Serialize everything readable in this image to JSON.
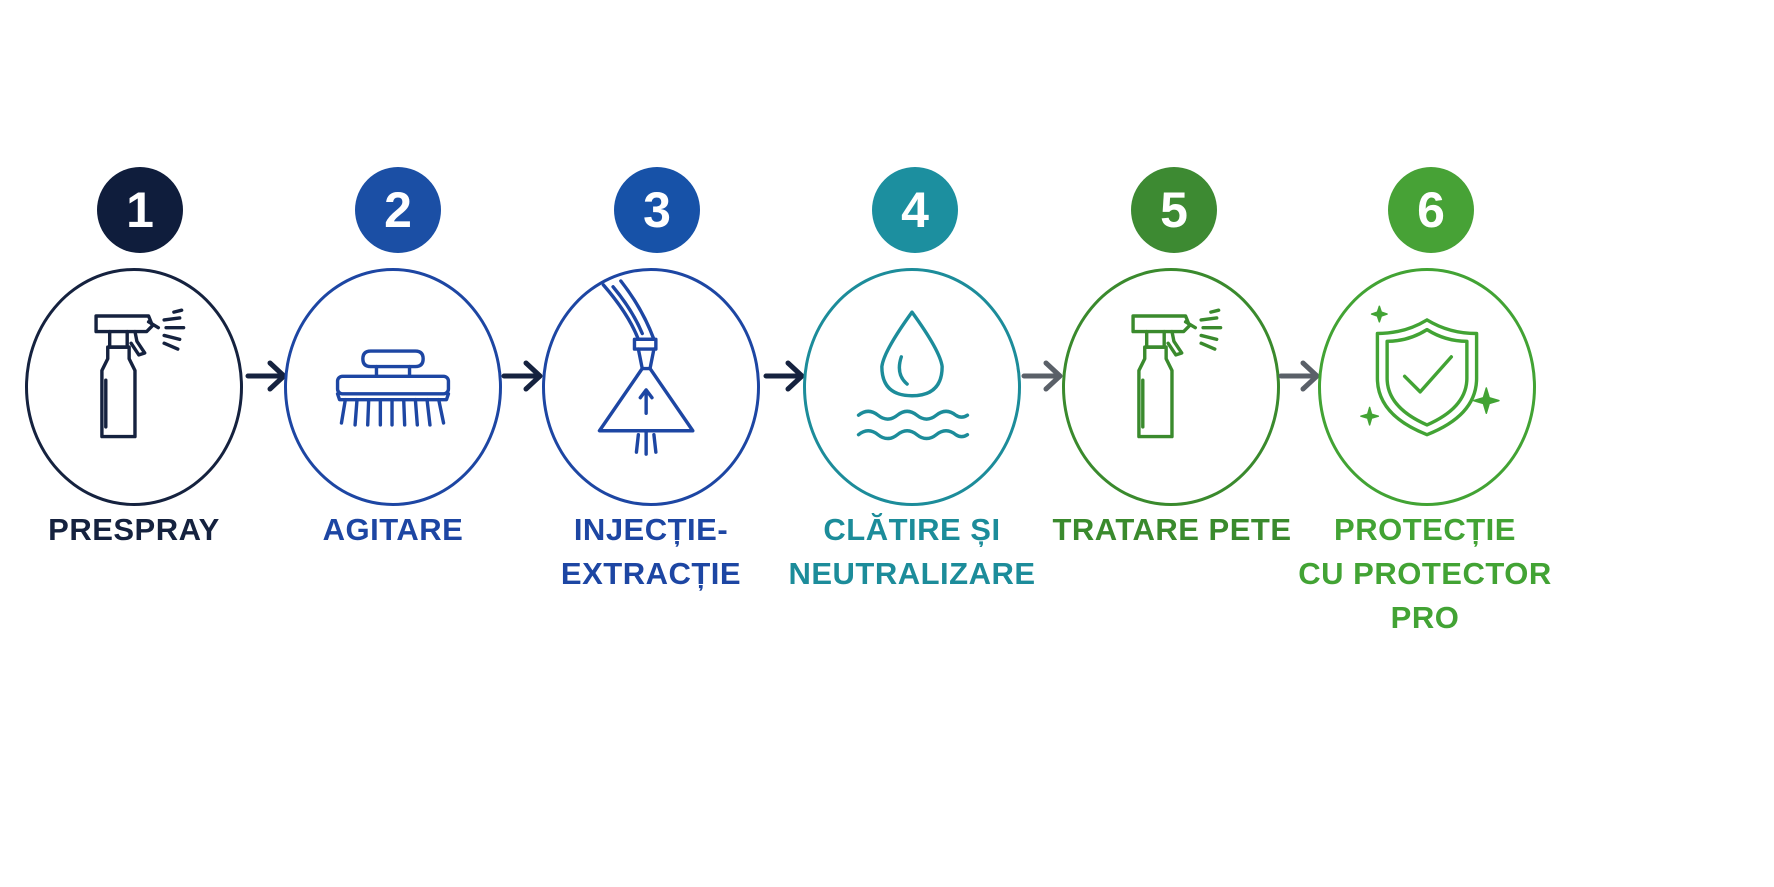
{
  "steps": [
    {
      "number": "1",
      "lines": [
        "PRESPRAY"
      ],
      "color": "#15223f",
      "badge": "#0f1d3c",
      "icon": "spray-bottle-icon"
    },
    {
      "number": "2",
      "lines": [
        "AGITARE"
      ],
      "color": "#1d46a3",
      "badge": "#1b4fa5",
      "icon": "brush-icon"
    },
    {
      "number": "3",
      "lines": [
        "INJECȚIE-",
        "EXTRACȚIE"
      ],
      "color": "#1d46a3",
      "badge": "#1752a8",
      "icon": "extraction-wand-icon"
    },
    {
      "number": "4",
      "lines": [
        "CLĂTIRE ȘI",
        "NEUTRALIZARE"
      ],
      "color": "#1c8c9a",
      "badge": "#1c8f9f",
      "icon": "water-drop-icon"
    },
    {
      "number": "5",
      "lines": [
        "TRATARE PETE"
      ],
      "color": "#3a8a2d",
      "badge": "#3d8a32",
      "icon": "spray-bottle-icon"
    },
    {
      "number": "6",
      "lines": [
        "PROTECȚIE",
        "CU PROTECTOR PRO"
      ],
      "color": "#42a334",
      "badge": "#47a236",
      "icon": "shield-check-icon"
    }
  ],
  "arrows": [
    {
      "color": "#15223f"
    },
    {
      "color": "#15223f"
    },
    {
      "color": "#15223f"
    },
    {
      "color": "#5a6068"
    },
    {
      "color": "#5a6068"
    }
  ]
}
